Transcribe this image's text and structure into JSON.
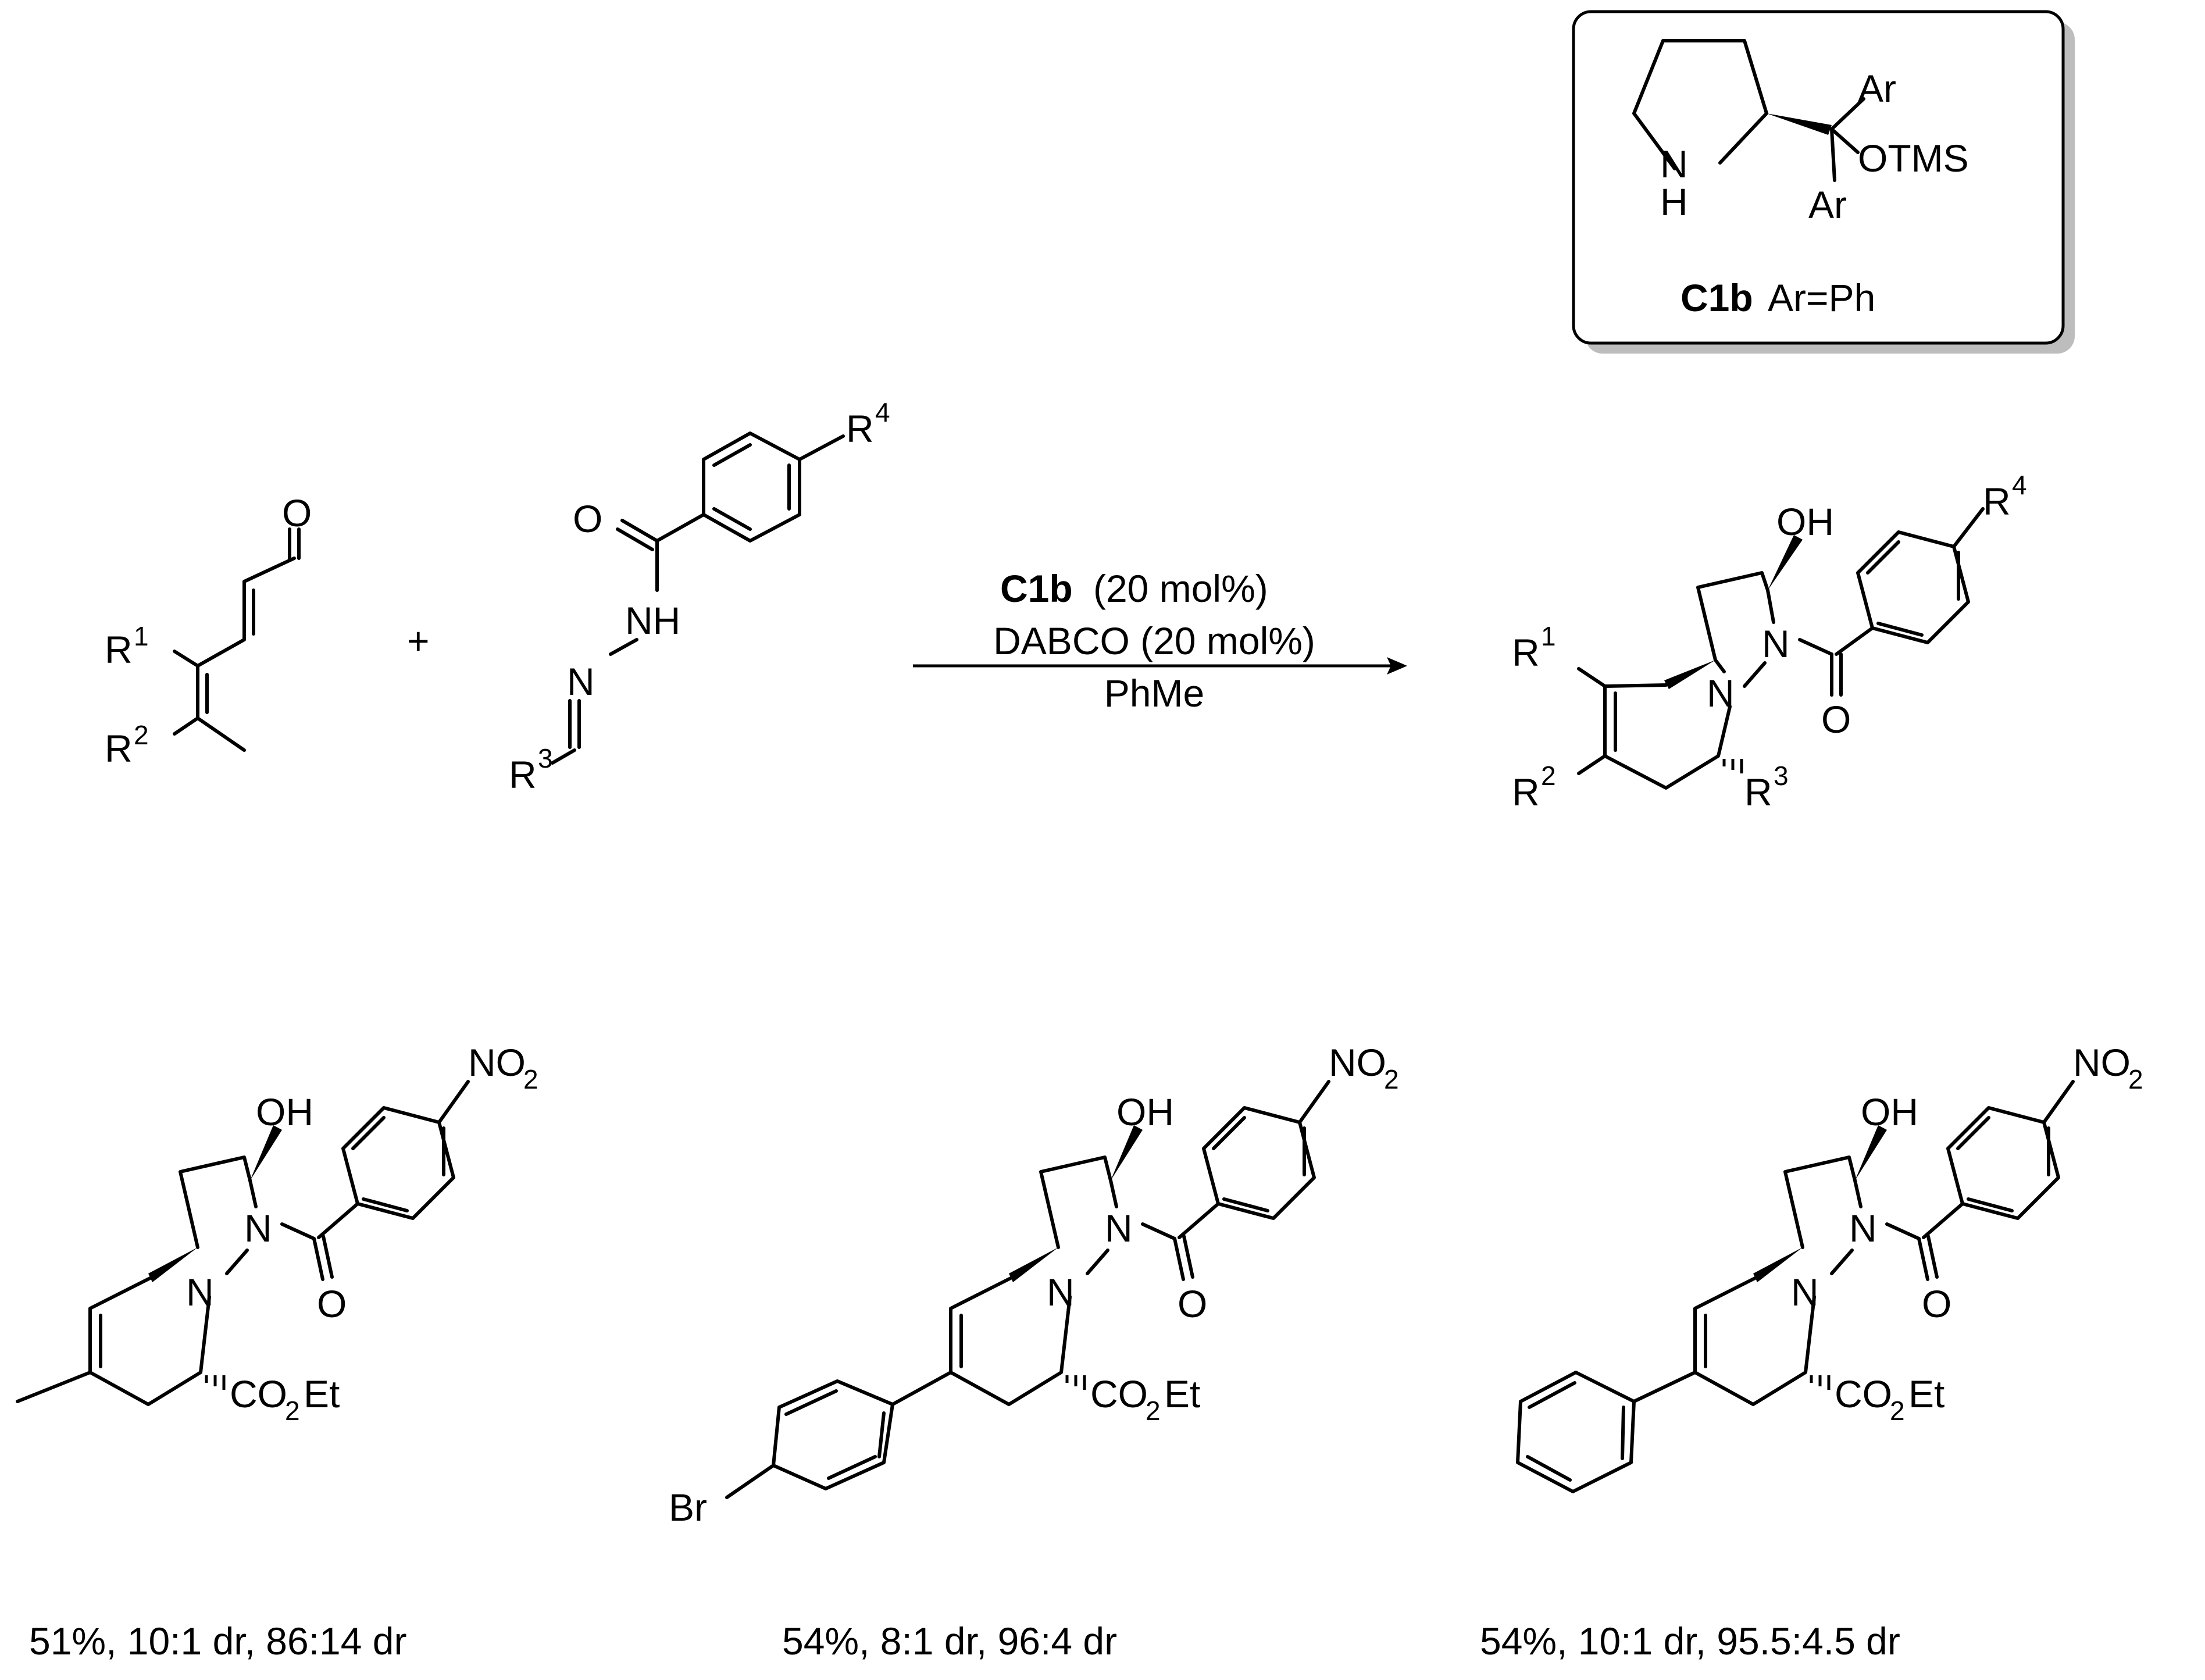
{
  "catalyst_box": {
    "ar_top": "Ar",
    "otms": "OTMS",
    "ar_bottom": "Ar",
    "nh_n": "N",
    "nh_h": "H",
    "name": "C1b",
    "name_note": "Ar=Ph"
  },
  "reactant1": {
    "carbonyl_o": "O",
    "r1": "R",
    "r1_sup": "1",
    "r2": "R",
    "r2_sup": "2"
  },
  "plus": "+",
  "reactant2": {
    "r4": "R",
    "r4_sup": "4",
    "carbonyl_o": "O",
    "nh": "NH",
    "n": "N",
    "r3": "R",
    "r3_sup": "3"
  },
  "conditions": {
    "catalyst_bold": "C1b",
    "catalyst_loading": "(20 mol%)",
    "base": "DABCO (20 mol%)",
    "solvent": "PhMe"
  },
  "product": {
    "oh": "OH",
    "r4": "R",
    "r4_sup": "4",
    "n1": "N",
    "n2": "N",
    "carbonyl_o": "O",
    "r1": "R",
    "r1_sup": "1",
    "r2": "R",
    "r2_sup": "2",
    "r3": "R",
    "r3_sup": "3"
  },
  "examples": [
    {
      "no2": "NO",
      "no2_sub": "2",
      "oh": "OH",
      "n1": "N",
      "n2": "N",
      "o": "O",
      "ester": "CO",
      "ester_sub": "2",
      "ester_tail": "Et",
      "result": "51%, 10:1 dr, 86:14 dr"
    },
    {
      "no2": "NO",
      "no2_sub": "2",
      "oh": "OH",
      "n1": "N",
      "n2": "N",
      "o": "O",
      "ester": "CO",
      "ester_sub": "2",
      "ester_tail": "Et",
      "br": "Br",
      "result": "54%, 8:1 dr, 96:4 dr"
    },
    {
      "no2": "NO",
      "no2_sub": "2",
      "oh": "OH",
      "n1": "N",
      "n2": "N",
      "o": "O",
      "ester": "CO",
      "ester_sub": "2",
      "ester_tail": "Et",
      "result": "54%, 10:1 dr, 95.5:4.5 dr"
    }
  ]
}
